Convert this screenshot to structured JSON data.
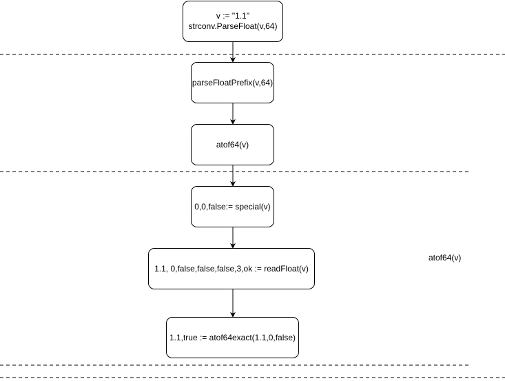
{
  "nodes": {
    "parse_float": {
      "line1": "v := \"1.1\"",
      "line2": "strconv.ParseFloat(v,64)"
    },
    "parse_float_prefix": {
      "label": "parseFloatPrefix(v,64)"
    },
    "atof64_call": {
      "label": "atof64(v)"
    },
    "special": {
      "label": "0,0,false:= special(v)"
    },
    "read_float": {
      "label": "1.1, 0,false,false,false,3,ok := readFloat(v)"
    },
    "atof64_exact": {
      "label": "1.1,true := atof64exact(1.1,0,false)"
    }
  },
  "section_label": "atof64(v)"
}
